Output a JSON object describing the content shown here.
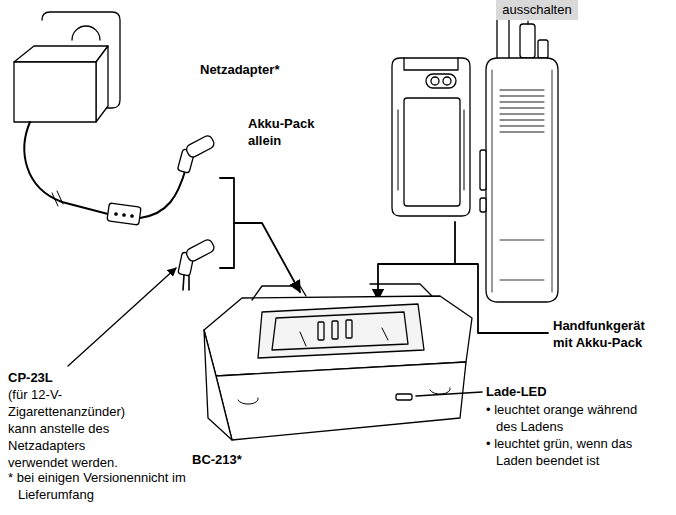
{
  "diagram": {
    "nodes": [
      {
        "text": [
          "ausschalten"
        ]
      }
    ],
    "edges": [],
    "labels": [
      "Netzadapter*",
      "Akku-Pack allein",
      "Handfunkgerät mit Akku-Pack",
      "CP-23L",
      "(für 12-V-Zigarettenanzünder) kann anstelle des Netzadapters verwendet werden.",
      "BC-213*",
      "* bei einigen Versionennicht im Lieferumfang",
      "Lade-LED",
      "• leuchtet orange während des Ladens",
      "• leuchtet grün, wenn das Laden beendet ist"
    ]
  }
}
